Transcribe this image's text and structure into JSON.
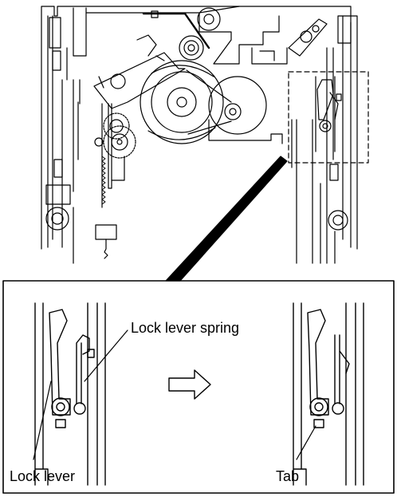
{
  "labels": {
    "lock_lever_spring": "Lock lever spring",
    "lock_lever": "Lock lever",
    "tab": "Tab"
  },
  "colors": {
    "line": "#000000",
    "background": "#ffffff",
    "hatch": "#000000"
  },
  "icons": {
    "transition_arrow": "right-outline-arrow-icon"
  }
}
